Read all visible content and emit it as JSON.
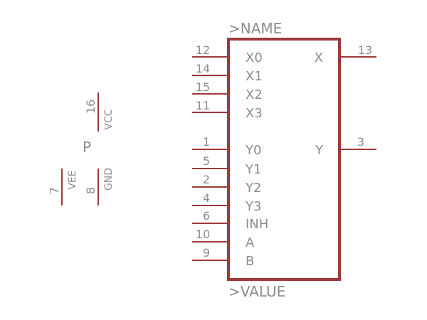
{
  "symbol": {
    "name_label": ">NAME",
    "value_label": ">VALUE",
    "left_pins": [
      {
        "num": "12",
        "name": "X0"
      },
      {
        "num": "14",
        "name": "X1"
      },
      {
        "num": "15",
        "name": "X2"
      },
      {
        "num": "11",
        "name": "X3"
      },
      {
        "num": "1",
        "name": "Y0"
      },
      {
        "num": "5",
        "name": "Y1"
      },
      {
        "num": "2",
        "name": "Y2"
      },
      {
        "num": "4",
        "name": "Y3"
      },
      {
        "num": "6",
        "name": "INH"
      },
      {
        "num": "10",
        "name": "A"
      },
      {
        "num": "9",
        "name": "B"
      }
    ],
    "right_pins": [
      {
        "num": "13",
        "name": "X"
      },
      {
        "num": "3",
        "name": "Y"
      }
    ]
  },
  "power": {
    "part_label": "P",
    "pins": [
      {
        "num": "16",
        "name": "VCC"
      },
      {
        "num": "7",
        "name": "VEE"
      },
      {
        "num": "8",
        "name": "GND"
      }
    ]
  },
  "colors": {
    "line": "#9e3a3a",
    "text": "#8c8c8c",
    "background": "#ffffff"
  }
}
